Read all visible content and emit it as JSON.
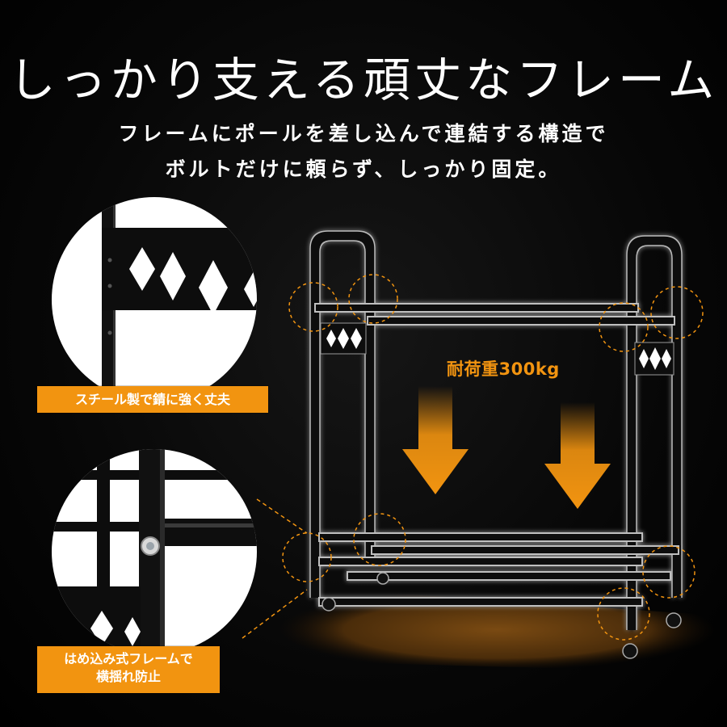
{
  "title": "しっかり支える頑丈なフレーム",
  "subtitle_line1": "フレームにポールを差し込んで連結する構造で",
  "subtitle_line2": "ボルトだけに頼らず、しっかり固定。",
  "load_label": "耐荷重300kg",
  "callout_steel": "スチール製で錆に強く丈夫",
  "callout_fit_line1": "はめ込み式フレームで",
  "callout_fit_line2": "横揺れ防止",
  "colors": {
    "accent": "#f29410",
    "background": "#050505",
    "frame": "#0c0c0c"
  }
}
